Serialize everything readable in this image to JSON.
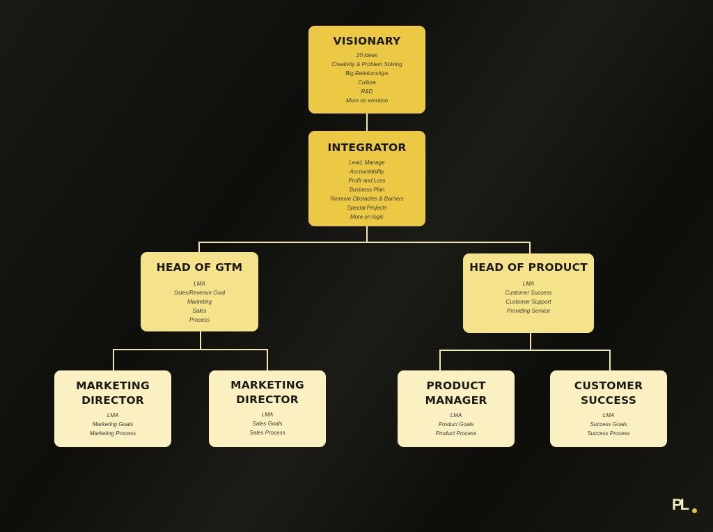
{
  "nodes": {
    "visionary": {
      "title": "VISIONARY",
      "items": [
        "20 ideas",
        "Creativity & Problem Solving",
        "Big Relationships",
        "Culture",
        "R&D",
        "More on emotion"
      ]
    },
    "integrator": {
      "title": "INTEGRATOR",
      "items": [
        "Lead, Manage",
        "Accountability",
        "Profit and Loss",
        "Business Plan",
        "Remove Obstacles & Barriers",
        "Special Projects",
        "More on logic"
      ]
    },
    "gtm": {
      "title": "HEAD OF GTM",
      "items": [
        "LMA",
        "Sales/Revenue Goal",
        "Marketing",
        "Sales",
        "Process"
      ]
    },
    "product": {
      "title": "HEAD OF PRODUCT",
      "items": [
        "LMA",
        "Customer Success",
        "Customer Support",
        "Providing Service"
      ]
    },
    "mkt1": {
      "title_1": "MARKETING",
      "title_2": "DIRECTOR",
      "items": [
        "LMA",
        "Marketing Goals",
        "Marketing Process"
      ]
    },
    "mkt2": {
      "title_1": "MARKETING",
      "title_2": "DIRECTOR",
      "items": [
        "LMA",
        "Sales Goals",
        "Sales Process"
      ]
    },
    "pm": {
      "title_1": "PRODUCT",
      "title_2": "MANAGER",
      "items": [
        "LMA",
        "Product Goals",
        "Product Process"
      ]
    },
    "cs": {
      "title_1": "CUSTOMER",
      "title_2": "SUCCESS",
      "items": [
        "LMA",
        "Success Goals",
        "Success Process"
      ]
    }
  },
  "logo": {
    "text": "PL"
  }
}
